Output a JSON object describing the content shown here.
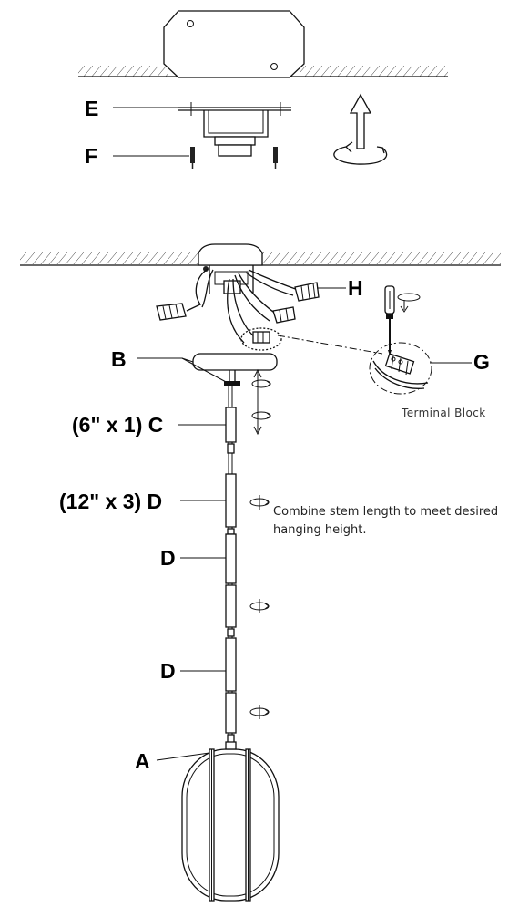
{
  "labels": {
    "e": "E",
    "f": "F",
    "h": "H",
    "b": "B",
    "g": "G",
    "c": "(6\" x 1) C",
    "d_first": "(12\" x 3) D",
    "d_second": "D",
    "d_third": "D",
    "a": "A"
  },
  "notes": {
    "terminal_block": "Terminal  Block",
    "combine_line1": "Combine stem length to meet desired",
    "combine_line2": "hanging height."
  },
  "parts": {
    "ceiling_box": "ceiling-junction-box",
    "crossbar": "mounting-crossbar",
    "screws": "mounting-screws",
    "canopy": "canopy",
    "stems_6in": 1,
    "stems_12in": 3,
    "shade": "oval-glass-shade"
  }
}
